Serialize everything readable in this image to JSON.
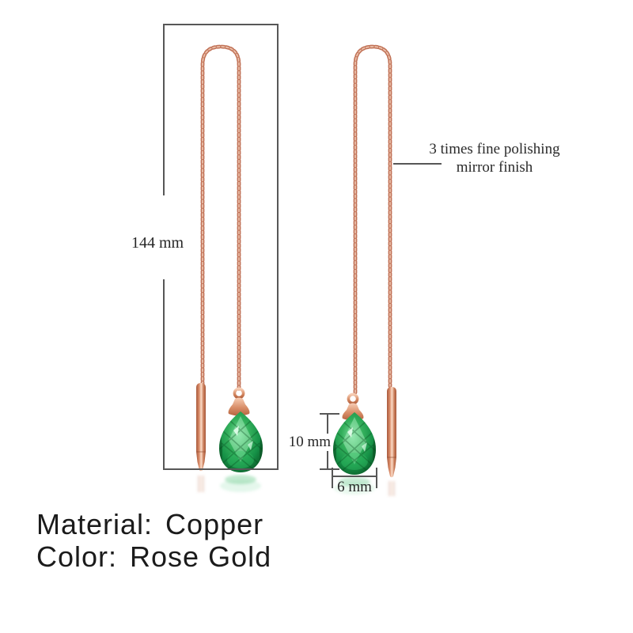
{
  "dimensions": {
    "chain_length": {
      "label": "144 mm"
    },
    "drop_height": {
      "label": "10 mm"
    },
    "drop_width": {
      "label": "6 mm"
    }
  },
  "callout": {
    "line1": "3 times fine polishing",
    "line2": "mirror finish"
  },
  "specs": {
    "material_label": "Material:",
    "material_value": "Copper",
    "color_label": "Color:",
    "color_value": "Rose Gold"
  },
  "colors": {
    "dimension_line": "#575757",
    "label_text": "#262626",
    "specs_text": "#1b1b1b",
    "rose_gold": "#c97c58",
    "rose_gold_light": "#fbdcc8",
    "rose_gold_dark": "#a85a3d",
    "emerald": "#159046",
    "emerald_light": "#7fdf9f",
    "emerald_dark": "#0a5424",
    "background": "#ffffff"
  }
}
